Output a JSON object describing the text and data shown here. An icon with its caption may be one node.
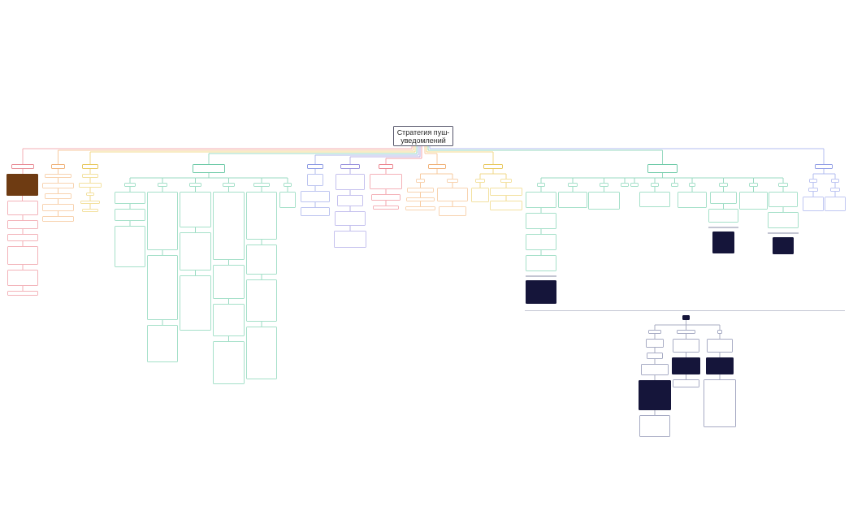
{
  "diagram": {
    "nodes": [
      {
        "text": [
          "Стратегия пуш-уведомлений"
        ]
      },
      {
        "text": [],
        "shape": "box"
      },
      {
        "text": [],
        "shape": "box"
      },
      {
        "text": [],
        "shape": "box"
      },
      {
        "text": [],
        "shape": "box"
      },
      {
        "text": [],
        "shape": "box"
      },
      {
        "text": [],
        "shape": "box"
      },
      {
        "text": [],
        "shape": "box"
      },
      {
        "text": [],
        "shape": "box"
      },
      {
        "text": [],
        "shape": "box"
      },
      {
        "text": [],
        "shape": "box"
      },
      {
        "text": [],
        "shape": "box"
      },
      {
        "text": [],
        "shape": "box"
      },
      {
        "text": [],
        "shape": "box"
      },
      {
        "text": [],
        "shape": "box"
      },
      {
        "text": [],
        "shape": "box"
      },
      {
        "text": [],
        "shape": "box"
      },
      {
        "text": [],
        "shape": "box"
      },
      {
        "text": [],
        "shape": "box"
      },
      {
        "text": [],
        "shape": "box"
      },
      {
        "text": [],
        "shape": "box"
      },
      {
        "text": [],
        "shape": "box"
      },
      {
        "text": [],
        "shape": "box"
      },
      {
        "text": [],
        "shape": "box"
      },
      {
        "text": [],
        "shape": "box"
      },
      {
        "text": [],
        "shape": "box"
      },
      {
        "text": [],
        "shape": "box"
      },
      {
        "text": [],
        "shape": "box"
      },
      {
        "text": [],
        "shape": "box"
      },
      {
        "text": [],
        "shape": "box"
      },
      {
        "text": [],
        "shape": "box"
      },
      {
        "text": [],
        "shape": "box"
      },
      {
        "text": [],
        "shape": "box"
      },
      {
        "text": [],
        "shape": "box"
      },
      {
        "text": [],
        "shape": "box"
      },
      {
        "text": [],
        "shape": "box"
      },
      {
        "text": [],
        "shape": "box"
      },
      {
        "text": [],
        "shape": "box"
      },
      {
        "text": [],
        "shape": "box"
      },
      {
        "text": [],
        "shape": "box"
      },
      {
        "text": [],
        "shape": "box"
      },
      {
        "text": [],
        "shape": "box"
      },
      {
        "text": [],
        "shape": "box"
      },
      {
        "text": [],
        "shape": "box"
      },
      {
        "text": [],
        "shape": "box"
      },
      {
        "text": [],
        "shape": "box"
      },
      {
        "text": [],
        "shape": "box"
      },
      {
        "text": [],
        "shape": "box"
      },
      {
        "text": [],
        "shape": "box"
      },
      {
        "text": [],
        "shape": "box"
      },
      {
        "text": [],
        "shape": "box"
      },
      {
        "text": [],
        "shape": "box"
      },
      {
        "text": [],
        "shape": "box"
      },
      {
        "text": [],
        "shape": "box"
      },
      {
        "text": [],
        "shape": "box"
      },
      {
        "text": [],
        "shape": "box"
      },
      {
        "text": [],
        "shape": "box"
      },
      {
        "text": [],
        "shape": "box"
      },
      {
        "text": [],
        "shape": "box"
      },
      {
        "text": [],
        "shape": "box"
      },
      {
        "text": [],
        "shape": "box"
      },
      {
        "text": [],
        "shape": "box"
      },
      {
        "text": [],
        "shape": "box"
      },
      {
        "text": [],
        "shape": "box"
      },
      {
        "text": [],
        "shape": "box"
      },
      {
        "text": [],
        "shape": "box"
      },
      {
        "text": [],
        "shape": "box"
      },
      {
        "text": [],
        "shape": "box"
      },
      {
        "text": [],
        "shape": "box"
      },
      {
        "text": [],
        "shape": "box"
      },
      {
        "text": [],
        "shape": "box"
      },
      {
        "text": [],
        "shape": "box"
      },
      {
        "text": [],
        "shape": "box"
      },
      {
        "text": [],
        "shape": "box"
      },
      {
        "text": [],
        "shape": "box"
      },
      {
        "text": [],
        "shape": "box"
      },
      {
        "text": [],
        "shape": "box"
      },
      {
        "text": [],
        "shape": "box"
      },
      {
        "text": [],
        "shape": "box"
      },
      {
        "text": [],
        "shape": "box"
      },
      {
        "text": [],
        "shape": "box"
      },
      {
        "text": [],
        "shape": "box"
      },
      {
        "text": [],
        "shape": "box"
      },
      {
        "text": [],
        "shape": "box"
      },
      {
        "text": [],
        "shape": "box"
      },
      {
        "text": [],
        "shape": "box"
      },
      {
        "text": [],
        "shape": "box"
      },
      {
        "text": [],
        "shape": "box"
      },
      {
        "text": [],
        "shape": "box"
      },
      {
        "text": [],
        "shape": "box"
      },
      {
        "text": [],
        "shape": "box"
      },
      {
        "text": [],
        "shape": "box"
      },
      {
        "text": [],
        "shape": "box"
      },
      {
        "text": [],
        "shape": "box"
      },
      {
        "text": [],
        "shape": "box"
      },
      {
        "text": [],
        "shape": "box"
      },
      {
        "text": [],
        "shape": "box"
      },
      {
        "text": [],
        "shape": "box"
      },
      {
        "text": [],
        "shape": "box"
      },
      {
        "text": [],
        "shape": "box"
      },
      {
        "text": [],
        "shape": "box"
      },
      {
        "text": [],
        "shape": "box"
      },
      {
        "text": [],
        "shape": "box"
      },
      {
        "text": [],
        "shape": "box"
      },
      {
        "text": [],
        "shape": "box"
      },
      {
        "text": [],
        "shape": "box"
      },
      {
        "text": [],
        "shape": "box"
      },
      {
        "text": [],
        "shape": "box"
      },
      {
        "text": [],
        "shape": "box"
      },
      {
        "text": [],
        "shape": "box"
      },
      {
        "text": [],
        "shape": "box"
      },
      {
        "text": [],
        "shape": "box"
      },
      {
        "text": [],
        "shape": "box"
      },
      {
        "text": [],
        "shape": "box"
      },
      {
        "text": [],
        "shape": "box"
      },
      {
        "text": [],
        "shape": "box"
      },
      {
        "text": [],
        "shape": "box"
      },
      {
        "text": [],
        "shape": "box"
      },
      {
        "text": [],
        "shape": "box"
      },
      {
        "text": [],
        "shape": "box"
      },
      {
        "text": [],
        "shape": "box"
      },
      {
        "text": [],
        "shape": "box"
      },
      {
        "text": [],
        "shape": "box"
      }
    ],
    "edges": [
      {
        "from": 0,
        "to": 1,
        "arrow": "none",
        "color": "#f2a5ad"
      },
      {
        "from": 0,
        "to": 9,
        "arrow": "none",
        "color": "#f6c494"
      },
      {
        "from": 0,
        "to": 15,
        "arrow": "none",
        "color": "#efd47e"
      },
      {
        "from": 0,
        "to": 21,
        "arrow": "none"
      },
      {
        "from": 0,
        "to": 46,
        "arrow": "none",
        "color": "#a8b4ea"
      },
      {
        "from": 0,
        "to": 50,
        "arrow": "none",
        "color": "#b0aae4"
      },
      {
        "from": 0,
        "to": 55,
        "arrow": "none",
        "color": "#f09aa3"
      },
      {
        "from": 0,
        "to": 59,
        "arrow": "none",
        "color": "#f6c494"
      },
      {
        "from": 0,
        "to": 67,
        "arrow": "none",
        "color": "#efd47e"
      },
      {
        "from": 0,
        "to": 73,
        "arrow": "none"
      },
      {
        "from": 0,
        "to": 101,
        "arrow": "none",
        "color": "#aab6ee"
      },
      {
        "from": 1,
        "to": 2,
        "arrow": "none",
        "color": "#f2a5ad"
      },
      {
        "from": 2,
        "to": 3,
        "arrow": "none",
        "color": "#f2a5ad"
      },
      {
        "from": 3,
        "to": 4,
        "arrow": "none",
        "color": "#f2a5ad"
      },
      {
        "from": 4,
        "to": 5,
        "arrow": "none",
        "color": "#f2a5ad"
      },
      {
        "from": 5,
        "to": 6,
        "arrow": "none",
        "color": "#f2a5ad"
      },
      {
        "from": 6,
        "to": 7,
        "arrow": "none",
        "color": "#f2a5ad"
      },
      {
        "from": 7,
        "to": 8,
        "arrow": "none",
        "color": "#f2a5ad"
      },
      {
        "from": 9,
        "to": 10,
        "arrow": "none",
        "color": "#f6c494"
      },
      {
        "from": 10,
        "to": 11,
        "arrow": "none",
        "color": "#f6c494"
      },
      {
        "from": 11,
        "to": 12,
        "arrow": "none",
        "color": "#f6c494"
      },
      {
        "from": 12,
        "to": 13,
        "arrow": "none",
        "color": "#f6c494"
      },
      {
        "from": 13,
        "to": 14,
        "arrow": "none",
        "color": "#f6c494"
      },
      {
        "from": 15,
        "to": 16,
        "arrow": "none",
        "color": "#efd47e"
      },
      {
        "from": 16,
        "to": 17,
        "arrow": "none",
        "color": "#efd47e"
      },
      {
        "from": 17,
        "to": 18,
        "arrow": "none",
        "color": "#efd47e"
      },
      {
        "from": 18,
        "to": 19,
        "arrow": "none",
        "color": "#efd47e"
      },
      {
        "from": 19,
        "to": 20,
        "arrow": "none",
        "color": "#efd47e"
      },
      {
        "from": 21,
        "to": 22,
        "arrow": "none"
      },
      {
        "from": 22,
        "to": 23,
        "arrow": "none"
      },
      {
        "from": 23,
        "to": 24,
        "arrow": "none"
      },
      {
        "from": 24,
        "to": 25,
        "arrow": "none"
      },
      {
        "from": 21,
        "to": 26,
        "arrow": "none"
      },
      {
        "from": 26,
        "to": 27,
        "arrow": "none"
      },
      {
        "from": 27,
        "to": 28,
        "arrow": "none"
      },
      {
        "from": 28,
        "to": 29,
        "arrow": "none"
      },
      {
        "from": 21,
        "to": 30,
        "arrow": "none"
      },
      {
        "from": 30,
        "to": 31,
        "arrow": "none"
      },
      {
        "from": 31,
        "to": 32,
        "arrow": "none"
      },
      {
        "from": 32,
        "to": 33,
        "arrow": "none"
      },
      {
        "from": 21,
        "to": 34,
        "arrow": "none"
      },
      {
        "from": 34,
        "to": 35,
        "arrow": "none"
      },
      {
        "from": 35,
        "to": 36,
        "arrow": "none"
      },
      {
        "from": 36,
        "to": 37,
        "arrow": "none"
      },
      {
        "from": 37,
        "to": 38,
        "arrow": "none"
      },
      {
        "from": 21,
        "to": 39,
        "arrow": "none"
      },
      {
        "from": 39,
        "to": 40,
        "arrow": "none"
      },
      {
        "from": 40,
        "to": 41,
        "arrow": "none"
      },
      {
        "from": 41,
        "to": 42,
        "arrow": "none"
      },
      {
        "from": 42,
        "to": 43,
        "arrow": "none"
      },
      {
        "from": 21,
        "to": 44,
        "arrow": "none"
      },
      {
        "from": 44,
        "to": 45,
        "arrow": "none"
      },
      {
        "from": 46,
        "to": 47,
        "arrow": "none",
        "color": "#a8b4ea"
      },
      {
        "from": 47,
        "to": 48,
        "arrow": "none",
        "color": "#a8b4ea"
      },
      {
        "from": 48,
        "to": 49,
        "arrow": "none",
        "color": "#a8b4ea"
      },
      {
        "from": 50,
        "to": 51,
        "arrow": "none",
        "color": "#b0aae4"
      },
      {
        "from": 51,
        "to": 52,
        "arrow": "none",
        "color": "#b0aae4"
      },
      {
        "from": 52,
        "to": 53,
        "arrow": "none",
        "color": "#b0aae4"
      },
      {
        "from": 53,
        "to": 54,
        "arrow": "none",
        "color": "#b0aae4"
      },
      {
        "from": 55,
        "to": 56,
        "arrow": "none",
        "color": "#f09aa3"
      },
      {
        "from": 56,
        "to": 57,
        "arrow": "none",
        "color": "#f09aa3"
      },
      {
        "from": 57,
        "to": 58,
        "arrow": "none",
        "color": "#f09aa3"
      },
      {
        "from": 59,
        "to": 60,
        "arrow": "none",
        "color": "#f6c494"
      },
      {
        "from": 60,
        "to": 61,
        "arrow": "none",
        "color": "#f6c494"
      },
      {
        "from": 61,
        "to": 62,
        "arrow": "none",
        "color": "#f6c494"
      },
      {
        "from": 62,
        "to": 63,
        "arrow": "none",
        "color": "#f6c494"
      },
      {
        "from": 59,
        "to": 64,
        "arrow": "none",
        "color": "#f6c494"
      },
      {
        "from": 64,
        "to": 65,
        "arrow": "none",
        "color": "#f6c494"
      },
      {
        "from": 65,
        "to": 66,
        "arrow": "none",
        "color": "#f6c494"
      },
      {
        "from": 67,
        "to": 68,
        "arrow": "none",
        "color": "#efd47e"
      },
      {
        "from": 68,
        "to": 69,
        "arrow": "none",
        "color": "#efd47e"
      },
      {
        "from": 67,
        "to": 70,
        "arrow": "none",
        "color": "#efd47e"
      },
      {
        "from": 70,
        "to": 71,
        "arrow": "none",
        "color": "#efd47e"
      },
      {
        "from": 71,
        "to": 72,
        "arrow": "none",
        "color": "#efd47e"
      },
      {
        "from": 73,
        "to": 74,
        "arrow": "none"
      },
      {
        "from": 74,
        "to": 75,
        "arrow": "none"
      },
      {
        "from": 75,
        "to": 76,
        "arrow": "none"
      },
      {
        "from": 76,
        "to": 77,
        "arrow": "none"
      },
      {
        "from": 77,
        "to": 78,
        "arrow": "none"
      },
      {
        "from": 73,
        "to": 80,
        "arrow": "none"
      },
      {
        "from": 80,
        "to": 81,
        "arrow": "none"
      },
      {
        "from": 73,
        "to": 82,
        "arrow": "none"
      },
      {
        "from": 82,
        "to": 83,
        "arrow": "none"
      },
      {
        "from": 73,
        "to": 84,
        "arrow": "none"
      },
      {
        "from": 73,
        "to": 85,
        "arrow": "none"
      },
      {
        "from": 73,
        "to": 86,
        "arrow": "none"
      },
      {
        "from": 86,
        "to": 87,
        "arrow": "none"
      },
      {
        "from": 73,
        "to": 88,
        "arrow": "none"
      },
      {
        "from": 73,
        "to": 89,
        "arrow": "none"
      },
      {
        "from": 89,
        "to": 90,
        "arrow": "none"
      },
      {
        "from": 73,
        "to": 91,
        "arrow": "none"
      },
      {
        "from": 91,
        "to": 92,
        "arrow": "none"
      },
      {
        "from": 92,
        "to": 93,
        "arrow": "none"
      },
      {
        "from": 73,
        "to": 95,
        "arrow": "none"
      },
      {
        "from": 95,
        "to": 96,
        "arrow": "none"
      },
      {
        "from": 73,
        "to": 97,
        "arrow": "none"
      },
      {
        "from": 97,
        "to": 98,
        "arrow": "none"
      },
      {
        "from": 98,
        "to": 99,
        "arrow": "none"
      },
      {
        "from": 101,
        "to": 102,
        "arrow": "none",
        "color": "#aab6ee"
      },
      {
        "from": 102,
        "to": 103,
        "arrow": "none",
        "color": "#aab6ee"
      },
      {
        "from": 103,
        "to": 104,
        "arrow": "none",
        "color": "#aab6ee"
      },
      {
        "from": 101,
        "to": 105,
        "arrow": "none",
        "color": "#aab6ee"
      },
      {
        "from": 105,
        "to": 106,
        "arrow": "none",
        "color": "#aab6ee"
      },
      {
        "from": 106,
        "to": 107,
        "arrow": "none",
        "color": "#aab6ee"
      },
      {
        "from": 108,
        "to": 109,
        "arrow": "none",
        "color": "#9ea3ba"
      },
      {
        "from": 109,
        "to": 110,
        "arrow": "none",
        "color": "#9ea3ba"
      },
      {
        "from": 110,
        "to": 111,
        "arrow": "none",
        "color": "#9ea3ba"
      },
      {
        "from": 111,
        "to": 112,
        "arrow": "none",
        "color": "#9ea3ba"
      },
      {
        "from": 112,
        "to": 113,
        "arrow": "none",
        "color": "#9ea3ba"
      },
      {
        "from": 113,
        "to": 114,
        "arrow": "none",
        "color": "#9ea3ba"
      },
      {
        "from": 108,
        "to": 115,
        "arrow": "none",
        "color": "#9ea3ba"
      },
      {
        "from": 115,
        "to": 116,
        "arrow": "none",
        "color": "#9ea3ba"
      },
      {
        "from": 116,
        "to": 117,
        "arrow": "none",
        "color": "#9ea3ba"
      },
      {
        "from": 117,
        "to": 118,
        "arrow": "none",
        "color": "#9ea3ba"
      },
      {
        "from": 108,
        "to": 119,
        "arrow": "none",
        "color": "#9ea3ba"
      },
      {
        "from": 119,
        "to": 120,
        "arrow": "none",
        "color": "#9ea3ba"
      },
      {
        "from": 120,
        "to": 121,
        "arrow": "none",
        "color": "#9ea3ba"
      },
      {
        "from": 121,
        "to": 122,
        "arrow": "none",
        "color": "#9ea3ba"
      }
    ]
  }
}
